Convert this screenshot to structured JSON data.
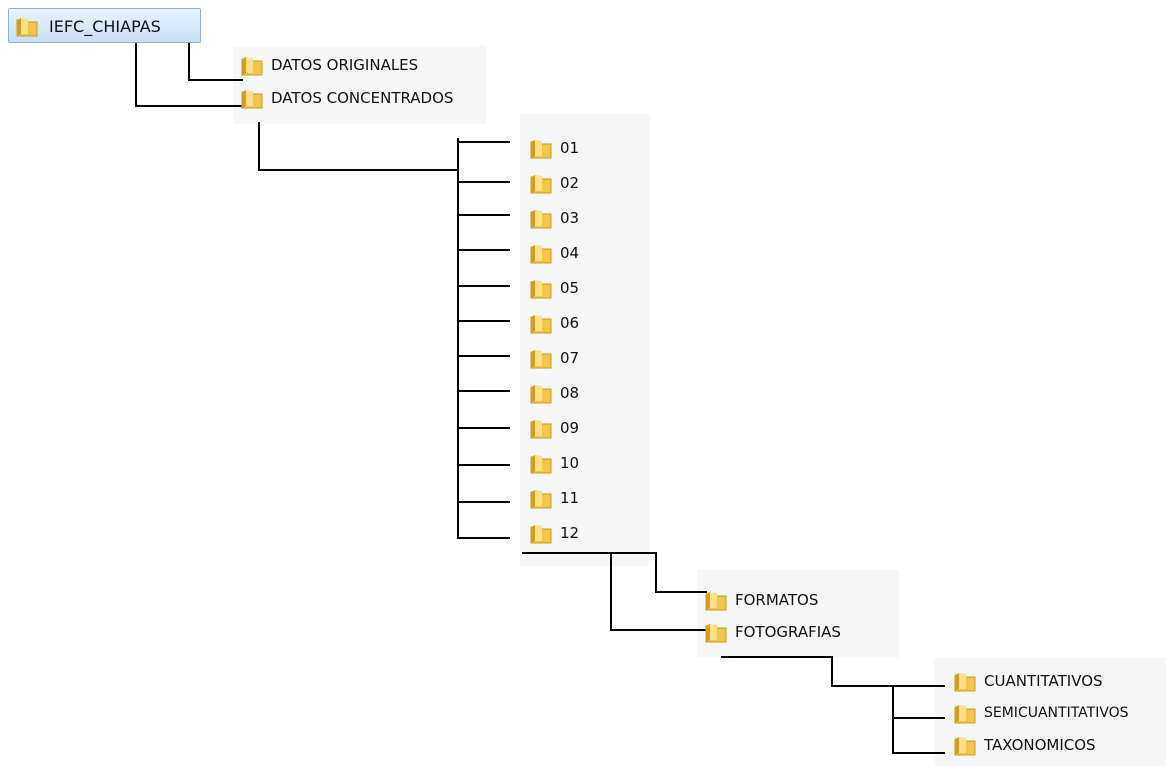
{
  "root": {
    "label": "IEFC_CHIAPAS",
    "icon": "folder-icon"
  },
  "level1": [
    {
      "label": "DATOS ORIGINALES",
      "icon": "folder-icon"
    },
    {
      "label": "DATOS CONCENTRADOS",
      "icon": "folder-icon"
    }
  ],
  "months": [
    "01",
    "02",
    "03",
    "04",
    "05",
    "06",
    "07",
    "08",
    "09",
    "10",
    "11",
    "12"
  ],
  "month_children": [
    {
      "label": "FORMATOS",
      "icon": "folder-icon"
    },
    {
      "label": "FOTOGRAFIAS",
      "icon": "folder-icon"
    }
  ],
  "photo_children": [
    {
      "label": "CUANTITATIVOS",
      "icon": "folder-icon"
    },
    {
      "label": "SEMICUANTITATIVOS",
      "icon": "folder-icon"
    },
    {
      "label": "TAXONOMICOS",
      "icon": "folder-icon"
    }
  ],
  "colors": {
    "folder": "#f3c64a",
    "folder_dark": "#d49d20",
    "selection": "#cfe3fa",
    "line": "#000000"
  }
}
